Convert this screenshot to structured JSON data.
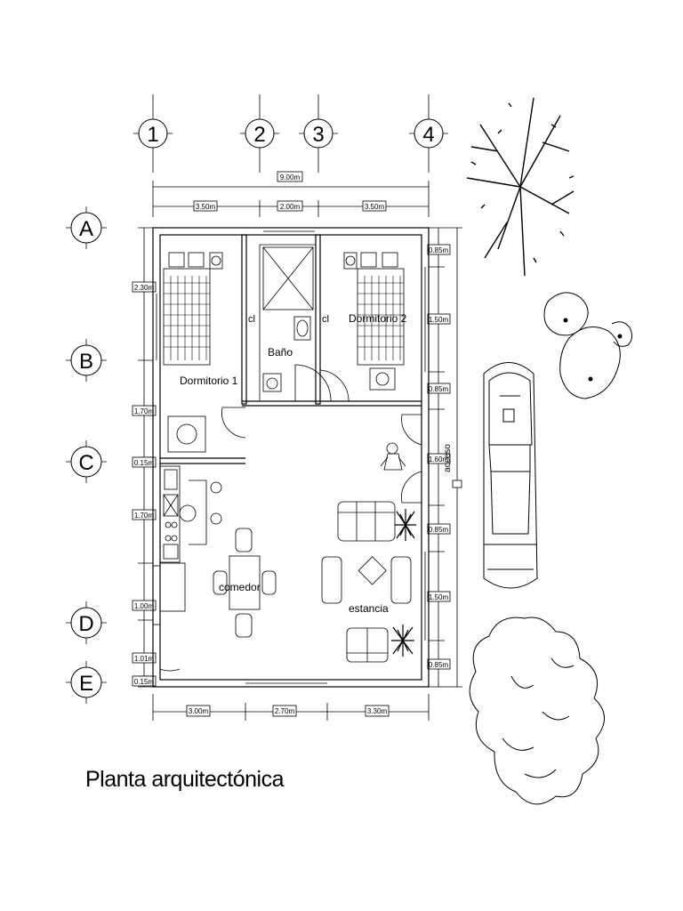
{
  "title": "Planta arquitectónica",
  "grid": {
    "columns": [
      "1",
      "2",
      "3",
      "4"
    ],
    "rows": [
      "A",
      "B",
      "C",
      "D",
      "E"
    ]
  },
  "dimensions": {
    "top_total": "9.00m",
    "top": [
      "3.50m",
      "2.00m",
      "3.50m"
    ],
    "bottom": [
      "3.00m",
      "2.70m",
      "3.30m"
    ],
    "left": [
      "2.30m",
      "1.70m",
      "0.15m",
      "1.70m",
      "1.00m",
      "1.01m",
      "0.15m"
    ],
    "right": [
      "0.85m",
      "1.50m",
      "0.85m",
      "1.60m",
      "0.85m",
      "1.50m",
      "0.85m"
    ]
  },
  "rooms": {
    "dormitorio1": "Dormitorio 1",
    "dormitorio2": "Dormitorio 2",
    "bano": "Baño",
    "closet1": "cl",
    "closet2": "cl",
    "comedor": "comedor",
    "estancia": "estancia",
    "acceso": "acceso"
  }
}
